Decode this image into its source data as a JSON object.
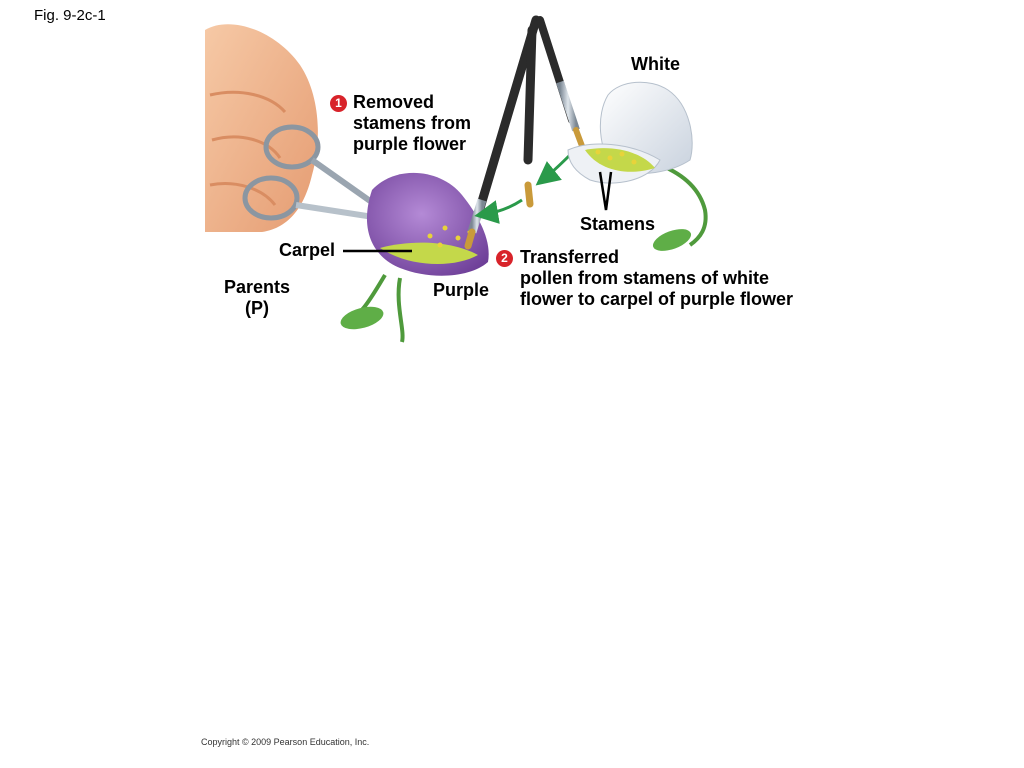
{
  "figure_label": "Fig. 9-2c-1",
  "labels": {
    "white": "White",
    "stamens": "Stamens",
    "carpel": "Carpel",
    "purple": "Purple",
    "parents": [
      "Parents",
      "(P)"
    ]
  },
  "steps": [
    {
      "number": "1",
      "lines": [
        "Removed",
        "stamens from",
        "purple flower"
      ]
    },
    {
      "number": "2",
      "lines": [
        "Transferred",
        "pollen from stamens of white",
        "flower to carpel of purple flower"
      ]
    }
  ],
  "colors": {
    "step_badge": "#d8232a",
    "purple_flower": "#8a5fb0",
    "white_flower": "#e8ecf2",
    "leaf": "#4f9a3c",
    "arrow": "#2a9a4a",
    "skin": "#f0b48c"
  },
  "copyright": "Copyright © 2009 Pearson Education, Inc."
}
